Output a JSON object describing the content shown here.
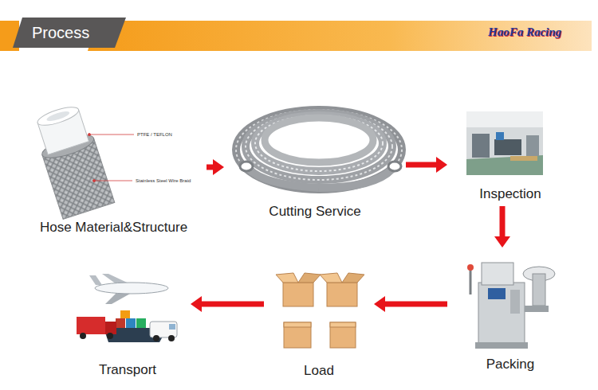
{
  "diagram": {
    "title": "Process",
    "nodes": [
      {
        "text": [
          "Hose Material&Structure"
        ]
      },
      {
        "text": [
          "Cutting Service"
        ]
      },
      {
        "text": [
          "Inspection"
        ]
      },
      {
        "text": [
          "Packing"
        ]
      },
      {
        "text": [
          "Load"
        ]
      },
      {
        "text": [
          "Transport"
        ]
      }
    ],
    "edges": [
      {
        "from": 0,
        "to": 1,
        "arrow": "to"
      },
      {
        "from": 1,
        "to": 2,
        "arrow": "to"
      },
      {
        "from": 2,
        "to": 3,
        "arrow": "to"
      },
      {
        "from": 3,
        "to": 4,
        "arrow": "to"
      },
      {
        "from": 4,
        "to": 5,
        "arrow": "to"
      }
    ],
    "labels": [
      "PTFE / TEFLON",
      "Stainless Steel Wire Braid",
      "HaoFa Racing"
    ]
  }
}
